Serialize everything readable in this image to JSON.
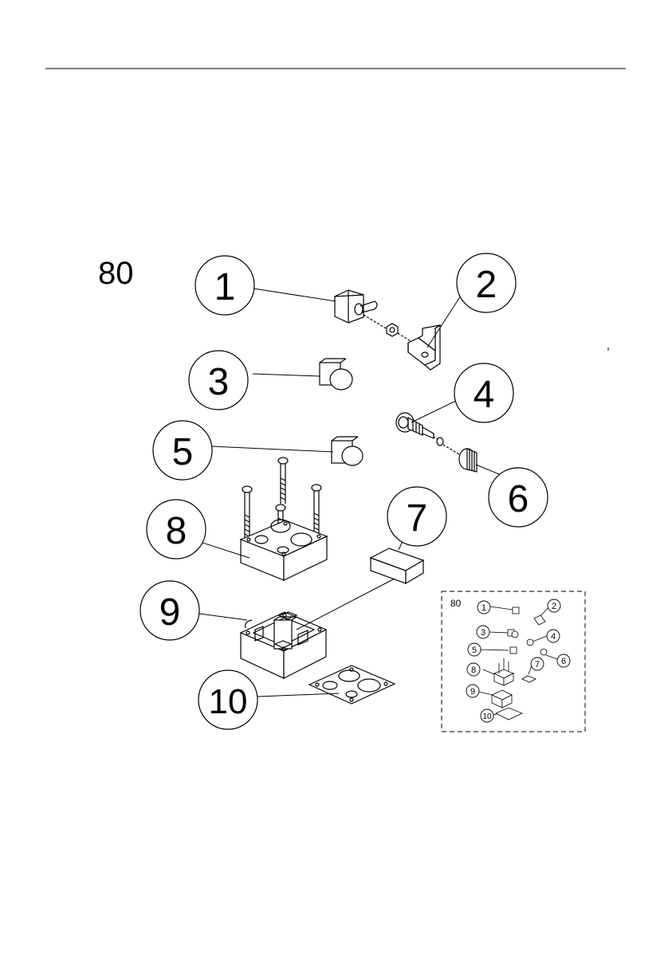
{
  "figure_label": "80",
  "callouts": [
    {
      "id": "callout-1",
      "label": "1"
    },
    {
      "id": "callout-2",
      "label": "2"
    },
    {
      "id": "callout-3",
      "label": "3"
    },
    {
      "id": "callout-4",
      "label": "4"
    },
    {
      "id": "callout-5",
      "label": "5"
    },
    {
      "id": "callout-6",
      "label": "6"
    },
    {
      "id": "callout-7",
      "label": "7"
    },
    {
      "id": "callout-8",
      "label": "8"
    },
    {
      "id": "callout-9",
      "label": "9"
    },
    {
      "id": "callout-10",
      "label": "10"
    }
  ],
  "inset": {
    "label": "80",
    "callouts": [
      "1",
      "2",
      "3",
      "4",
      "5",
      "6",
      "7",
      "8",
      "9",
      "10"
    ]
  }
}
